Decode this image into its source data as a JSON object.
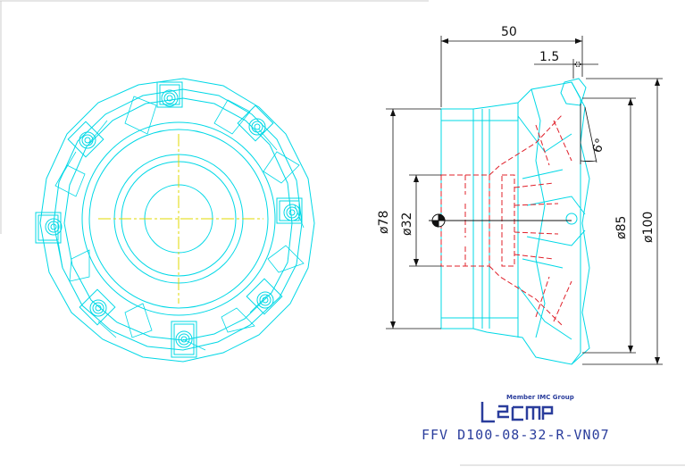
{
  "dimensions": {
    "length": "50",
    "edge_offset": "1.5",
    "angle": "6°",
    "bore": "ø32",
    "body_dia": "ø78",
    "mid_dia": "ø85",
    "cut_dia": "ø100"
  },
  "logo": {
    "tagline": "Member IMC Group",
    "name": "iscar"
  },
  "part_number": "FFV D100-08-32-R-VN07",
  "colors": {
    "outline": "#00d8e6",
    "centerline": "#e0d800",
    "section": "#e0202a",
    "dimension": "#111111",
    "brand": "#2a3d9c"
  }
}
